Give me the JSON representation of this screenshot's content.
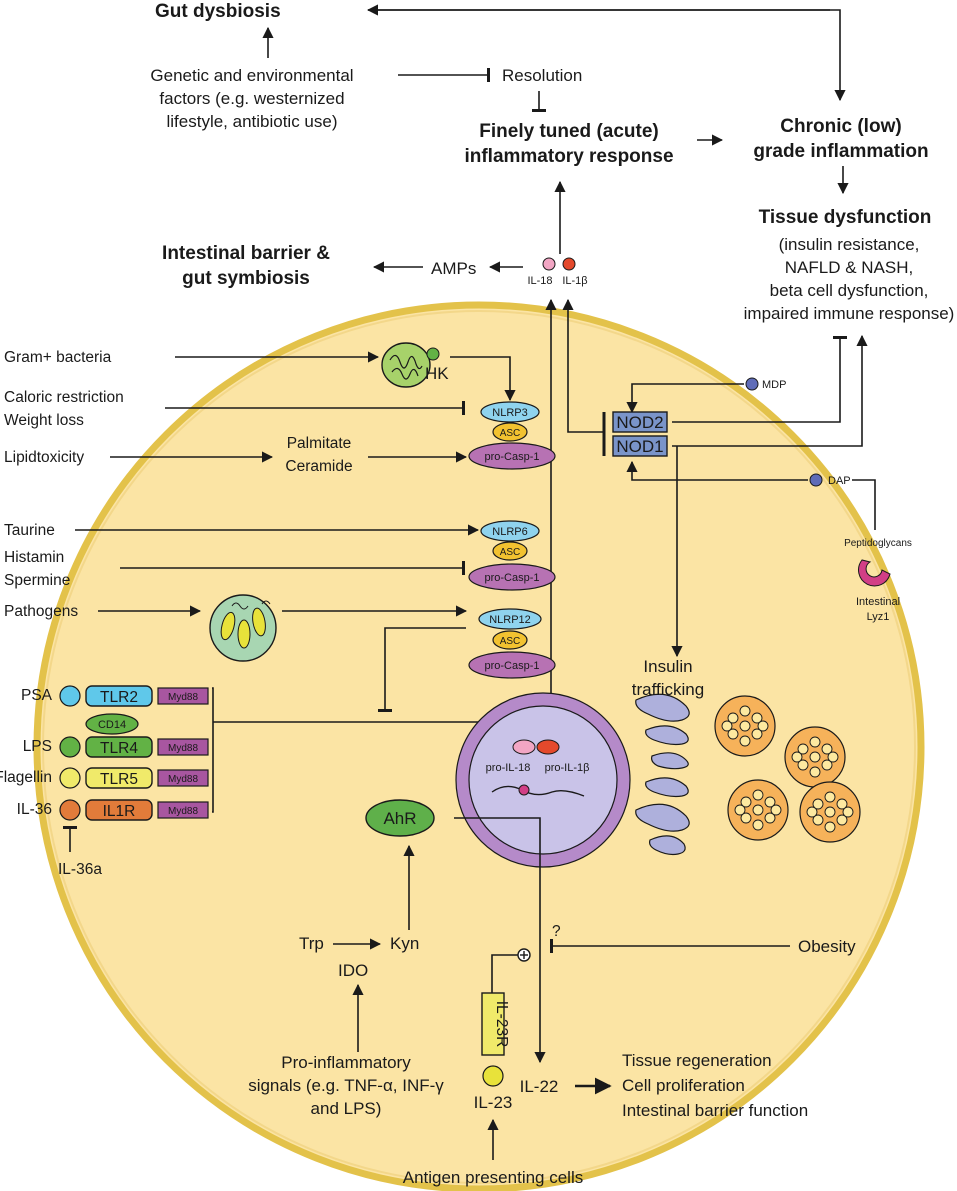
{
  "top": {
    "gut_dysbiosis": "Gut dysbiosis",
    "genetic_line1": "Genetic and environmental",
    "genetic_line2": "factors (e.g. westernized",
    "genetic_line3": "lifestyle, antibiotic use)",
    "resolution": "Resolution",
    "acute_line1": "Finely tuned (acute)",
    "acute_line2": "inflammatory response",
    "chronic_line1": "Chronic (low)",
    "chronic_line2": "grade inflammation",
    "tissue_title": "Tissue dysfunction",
    "tissue_line1": "(insulin resistance,",
    "tissue_line2": "NAFLD & NASH,",
    "tissue_line3": "beta cell dysfunction,",
    "tissue_line4": "impaired immune response)",
    "barrier_line1": "Intestinal barrier &",
    "barrier_line2": "gut symbiosis",
    "amps": "AMPs",
    "il18": "IL-18",
    "il1b": "IL-1β"
  },
  "inputs": {
    "gram": "Gram+ bacteria",
    "caloric": "Caloric restriction",
    "weight": "Weight loss",
    "lipid": "Lipidtoxicity",
    "palmitate": "Palmitate",
    "ceramide": "Ceramide",
    "taurine": "Taurine",
    "histamin": "Histamin",
    "spermine": "Spermine",
    "pathogens": "Pathogens",
    "hk": "HK"
  },
  "inflammasomes": {
    "nlrp3": "NLRP3",
    "nlrp6": "NLRP6",
    "nlrp12": "NLRP12",
    "asc": "ASC",
    "procasp": "pro-Casp-1"
  },
  "nod": {
    "mdp": "MDP",
    "nod2": "NOD2",
    "nod1": "NOD1",
    "dap": "DAP",
    "peptidoglycans": "Peptidoglycans",
    "lyz_line1": "Intestinal",
    "lyz_line2": "Lyz1"
  },
  "receptors": {
    "psa": "PSA",
    "tlr2": "TLR2",
    "cd14": "CD14",
    "lps": "LPS",
    "tlr4": "TLR4",
    "flagellin": "Flagellin",
    "tlr5": "TLR5",
    "il36": "IL-36",
    "il1r": "IL1R",
    "il36a": "IL-36a",
    "myd88": "Myd88"
  },
  "nucleus": {
    "pro_il18": "pro-IL-18",
    "pro_il1b": "pro-IL-1β"
  },
  "lower": {
    "insulin_line1": "Insulin",
    "insulin_line2": "trafficking",
    "ahr": "AhR",
    "trp": "Trp",
    "kyn": "Kyn",
    "ido": "IDO",
    "question": "?",
    "obesity": "Obesity",
    "il23r": "IL-23R",
    "il23": "IL-23",
    "il22": "IL-22",
    "pro_infl_line1": "Pro-inflammatory",
    "pro_infl_line2": "signals (e.g. TNF-α, INF-γ",
    "pro_infl_line3": "and LPS)",
    "regen_line1": "Tissue regeneration",
    "regen_line2": "Cell proliferation",
    "regen_line3": "Intestinal barrier function",
    "apc": "Antigen presenting cells"
  },
  "colors": {
    "cell_fill": "#fbe4a4",
    "cell_border": "#e3c24a",
    "nucleus_fill": "#c9c3e8",
    "nucleus_border": "#b58ac9",
    "nlrp": "#8fd3ee",
    "asc": "#f2c230",
    "procasp": "#b772b3",
    "tlr2": "#5fc8ea",
    "tlr4": "#62b245",
    "tlr5": "#f0ea6a",
    "il1r": "#e27b3a",
    "myd88": "#a856a0",
    "nod": "#7a94c9",
    "golgi": "#aeb0dc",
    "vesicle": "#f6b25a",
    "ahr": "#5fb04a"
  }
}
